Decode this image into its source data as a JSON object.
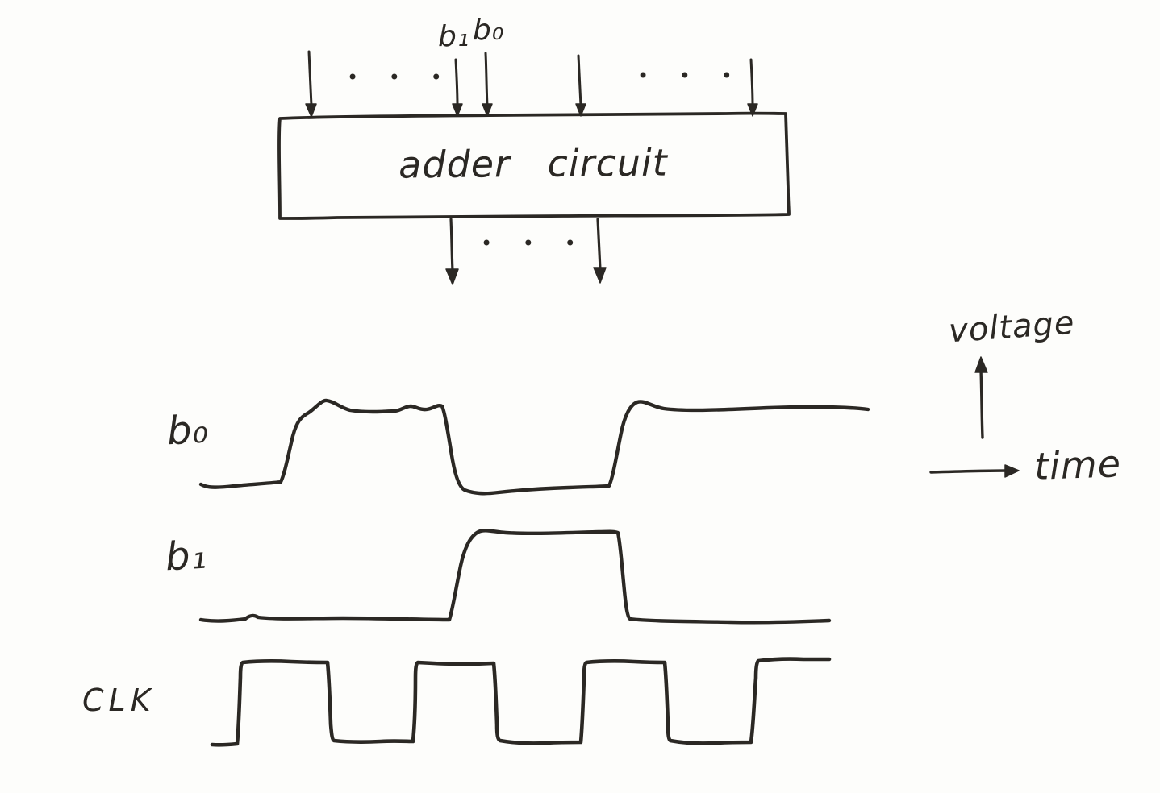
{
  "adder_box": {
    "label": "adder circuit"
  },
  "inputs": {
    "b1_label": "b₁",
    "b0_label": "b₀",
    "ellipsis_left": "• • •",
    "ellipsis_right": "• • •"
  },
  "outputs": {
    "ellipsis": "• • •"
  },
  "axes": {
    "y_label": "voltage",
    "x_label": "time"
  },
  "signals": [
    {
      "id": "b0",
      "label": "b₀",
      "levels": [
        0,
        1,
        0,
        1
      ]
    },
    {
      "id": "b1",
      "label": "b₁",
      "levels": [
        0,
        1,
        0
      ]
    },
    {
      "id": "clk",
      "label": "CLK",
      "levels": [
        0,
        1,
        0,
        1,
        0,
        1,
        0,
        1
      ]
    }
  ],
  "colors": {
    "ink": "#2b2824",
    "paper": "#fdfdfb"
  }
}
